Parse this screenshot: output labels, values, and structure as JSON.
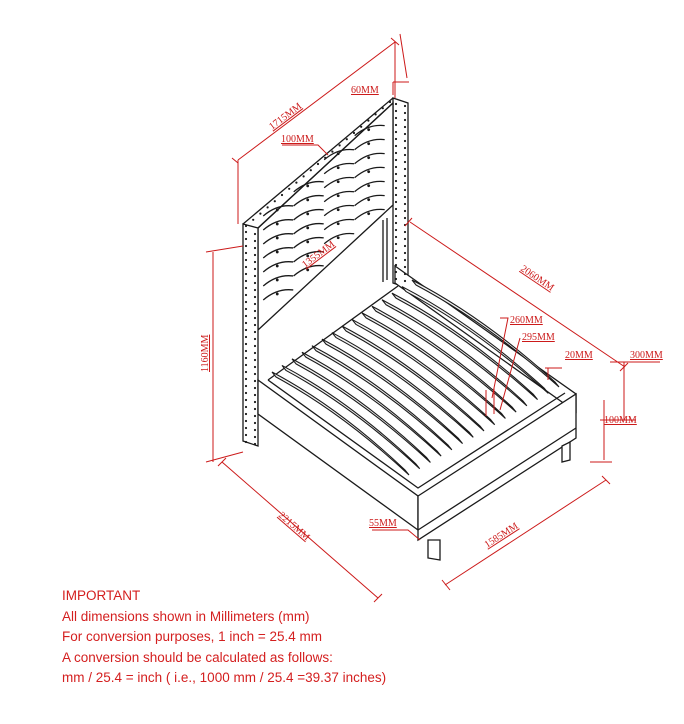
{
  "dimensions": {
    "headboard_width": "1715MM",
    "headboard_thickness": "60MM",
    "tuft_spacing": "100MM",
    "headboard_panel": "1355MM",
    "total_height": "1160MM",
    "length": "2060MM",
    "slat_width_a": "260MM",
    "slat_width_b": "295MM",
    "slat_gap": "20MM",
    "side_height": "300MM",
    "leg_height": "100MM",
    "overall_length": "2215MM",
    "rail_width": "55MM",
    "overall_width": "1585MM"
  },
  "note": {
    "title": "IMPORTANT",
    "lines": [
      "All dimensions shown in Millimeters (mm)",
      "For conversion purposes, 1 inch = 25.4 mm",
      "A conversion should be calculated as follows:",
      "mm / 25.4 = inch ( i.e., 1000 mm / 25.4 =39.37 inches)"
    ]
  },
  "colors": {
    "dimension_red": "#cc1a1a",
    "note_red": "#d41f1f",
    "line_black": "#1a1a1a"
  }
}
